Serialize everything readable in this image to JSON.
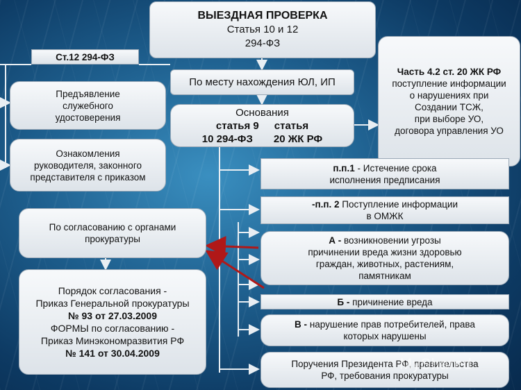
{
  "header": {
    "title": "ВЫЕЗДНАЯ ПРОВЕРКА",
    "line2": "Статья 10 и 12",
    "line3": "294-ФЗ"
  },
  "left_tag": "Ст.12 294-ФЗ",
  "location_box": "По месту нахождения ЮЛ, ИП",
  "grounds": {
    "title": "Основания",
    "row1_a": "статья 9",
    "row1_b": "статья",
    "row2_a": "10 294-ФЗ",
    "row2_b": "20 ЖК РФ"
  },
  "right_box": {
    "title": "Часть 4.2 ст. 20 ЖК РФ",
    "body": "поступление информации\nо нарушениях при\nСоздании ТСЖ,\nпри выборе УО,\nдоговора управления УО"
  },
  "left_boxes": {
    "id_box": "Предъявление\nслужебного\nудостоверения",
    "familiarize": "Ознакомления\nруководителя, законного\nпредставителя с приказом",
    "prosecutor": "По согласованию с органами\nпрокуратуры",
    "procedure": {
      "l1": "Порядок согласования -",
      "l2": "Приказ Генеральной прокуратуры",
      "l3": "№ 93 от 27.03.2009",
      "l4": "ФОРМЫ по согласованию -",
      "l5": "Приказ Минэкономразвития РФ",
      "l6": "№ 141 от 30.04.2009"
    }
  },
  "items": [
    {
      "lead": "п.п.1",
      "sep": " - ",
      "text": "Истечение срока\nисполнения предписания"
    },
    {
      "lead": "-п.п. 2",
      "sep": " ",
      "text": "Поступление информации\nв ОМЖК"
    },
    {
      "lead": "А -",
      "sep": " ",
      "text": "возникновении угрозы\nпричинении вреда жизни здоровью\nграждан, животных, растениям,\nпамятникам"
    },
    {
      "lead": "Б -",
      "sep": " ",
      "text": "причинение вреда"
    },
    {
      "lead": "В -",
      "sep": " ",
      "text": "нарушение прав потребителей, права\nкоторых нарушены"
    },
    {
      "lead": "",
      "sep": "",
      "text": "Поручения Президента РФ, правительства\nРФ, требования прокуратуры"
    }
  ],
  "watermark": "MyShared",
  "colors": {
    "arrow_red": "#b01818",
    "connector": "#e8eef3"
  }
}
